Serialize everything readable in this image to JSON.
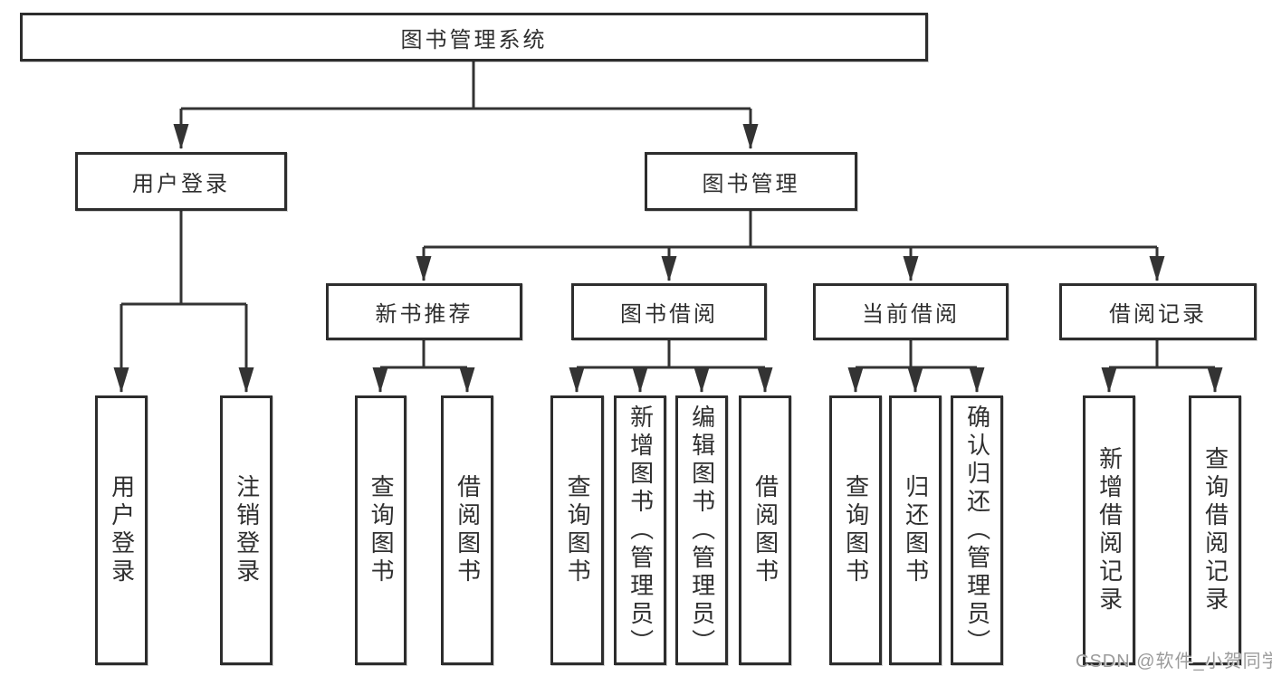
{
  "diagram": {
    "root": {
      "label": "图书管理系统"
    },
    "level2": [
      {
        "label": "用户登录"
      },
      {
        "label": "图书管理"
      }
    ],
    "level3": [
      {
        "label": "新书推荐"
      },
      {
        "label": "图书借阅"
      },
      {
        "label": "当前借阅"
      },
      {
        "label": "借阅记录"
      }
    ],
    "leaves": [
      {
        "label": "用户登录"
      },
      {
        "label": "注销登录"
      },
      {
        "label": "查询图书"
      },
      {
        "label": "借阅图书"
      },
      {
        "label": "查询图书"
      },
      {
        "label": "新增图书（管理员）"
      },
      {
        "label": "编辑图书（管理员）"
      },
      {
        "label": "借阅图书"
      },
      {
        "label": "查询图书"
      },
      {
        "label": "归还图书"
      },
      {
        "label": "确认归还（管理员）"
      },
      {
        "label": "新增借阅记录"
      },
      {
        "label": "查询借阅记录"
      }
    ]
  },
  "watermark": {
    "text": "CSDN @软件_小贺同学"
  },
  "colors": {
    "line": "#333333",
    "box_border": "#2d2d2d",
    "text": "#2f2f2f",
    "watermark": "#9b9b9b",
    "background": "#ffffff"
  }
}
